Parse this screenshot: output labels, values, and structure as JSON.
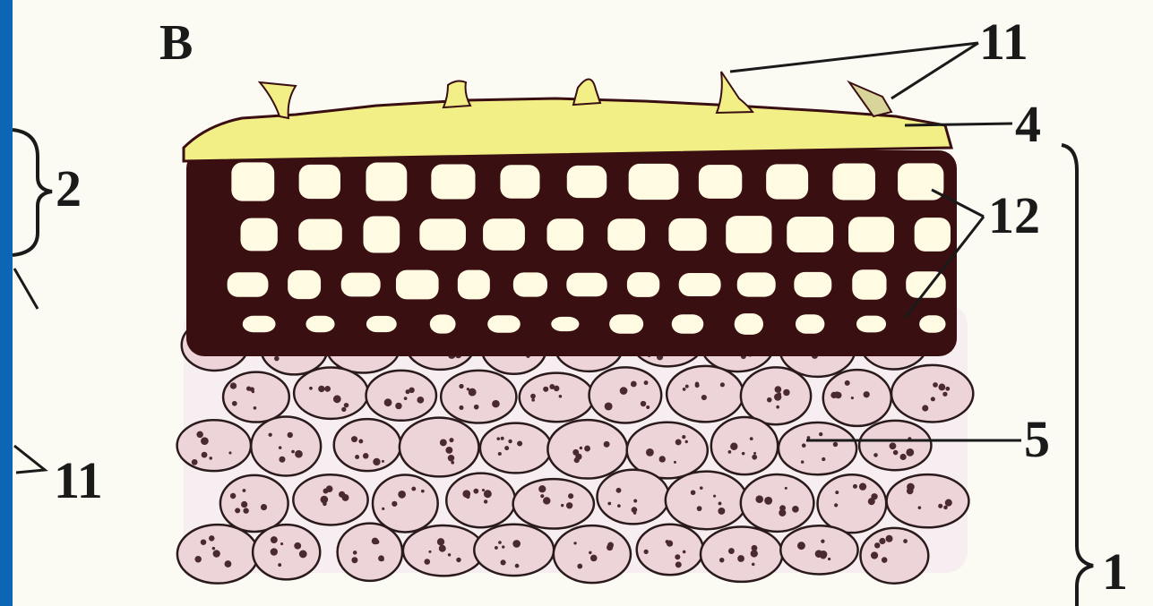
{
  "figure": {
    "panel_letter": "B",
    "labels": {
      "l1": "1",
      "l2": "2",
      "l4": "4",
      "l5": "5",
      "l11_top": "11",
      "l11_left": "11",
      "l12": "12"
    },
    "colors": {
      "frame_blue": "#0b66b5",
      "cuticle_yellow": "#f2ef86",
      "cork_wall": "#3a0f12",
      "cork_lumen": "#fffbe2",
      "parenchyma_fill": "#ecd4d8",
      "parenchyma_edge": "#2a1a1c",
      "granule": "#4a2a30",
      "paper": "#fbfaf3",
      "ink": "#1a1a1a"
    }
  }
}
